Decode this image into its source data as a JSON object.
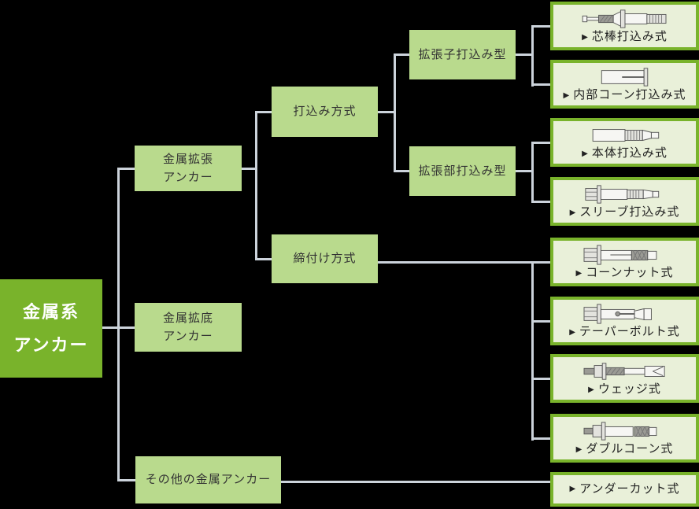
{
  "colors": {
    "background": "#000000",
    "root_green": "#79b32b",
    "node_green": "#b9da8d",
    "leaf_border_green": "#79b32b",
    "leaf_fill": "#e9f0d9",
    "connector": "#ccd3db",
    "text_dark": "#333333",
    "root_text": "#ffffff"
  },
  "nodes": {
    "root": "金属系\nアンカー",
    "metal_expansion": "金属拡張\nアンカー",
    "metal_flared_bottom": "金属拡底\nアンカー",
    "other_metal": "その他の金属アンカー",
    "drive_in_method": "打込み方式",
    "tightening_method": "締付け方式",
    "expander_drive_in_type": "拡張子打込み型",
    "expansion_part_drive_in_type": "拡張部打込み型"
  },
  "leaf_marker": "▶",
  "leaves": [
    {
      "label": "芯棒打込み式",
      "icon": "pin-drive-anchor"
    },
    {
      "label": "内部コーン打込み式",
      "icon": "internal-cone-anchor"
    },
    {
      "label": "本体打込み式",
      "icon": "body-drive-anchor"
    },
    {
      "label": "スリーブ打込み式",
      "icon": "sleeve-drive-anchor"
    },
    {
      "label": "コーンナット式",
      "icon": "cone-nut-anchor"
    },
    {
      "label": "テーパーボルト式",
      "icon": "taper-bolt-anchor"
    },
    {
      "label": "ウェッジ式",
      "icon": "wedge-anchor"
    },
    {
      "label": "ダブルコーン式",
      "icon": "double-cone-anchor"
    },
    {
      "label": "アンダーカット式",
      "icon": null
    }
  ]
}
